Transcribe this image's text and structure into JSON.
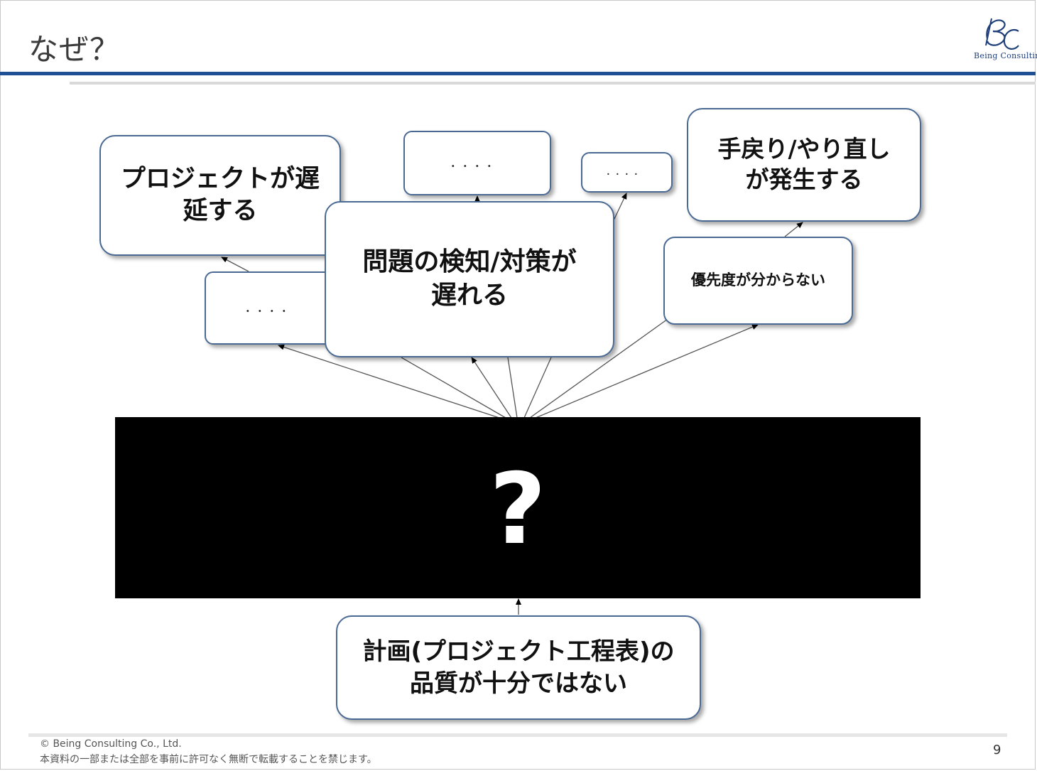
{
  "slide": {
    "title": "なぜ？",
    "page_number": "9"
  },
  "logo": {
    "monogram": "BC",
    "text": "Being Consulting"
  },
  "diagram": {
    "cause_box": "計画(プロジェクト工程表)の品質が十分ではない",
    "hidden_box": "?",
    "effects": {
      "project_delay": "プロジェクトが遅延する",
      "ellipsis_top_middle": "．．．．",
      "ellipsis_top_small": "．．．．",
      "rework": "手戻り/やり直しが発生する",
      "detection_delay": "問題の検知/対策が遅れる",
      "ellipsis_left": "．．．．",
      "priority_unclear": "優先度が分からない"
    }
  },
  "footer": {
    "copyright": "© Being Consulting Co., Ltd.",
    "notice": "本資料の一部または全部を事前に許可なく無断で転載することを禁じます。"
  }
}
